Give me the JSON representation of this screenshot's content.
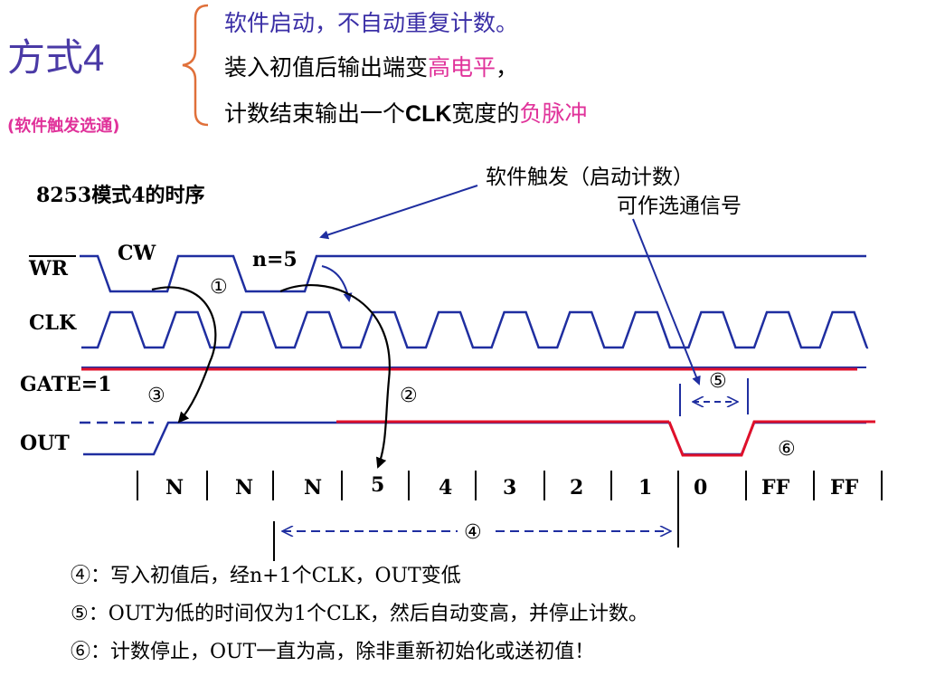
{
  "header": {
    "title_prefix": "方式",
    "title_num": "4",
    "subtitle": "(软件触发选通)",
    "desc_line1": "软件启动，不自动重复计数。",
    "desc_line2_a": "装入初值后输出端变",
    "desc_line2_b": "高电平",
    "desc_line2_c": "，",
    "desc_line3_a": "计数结束输出一个",
    "desc_line3_b": "CLK",
    "desc_line3_c": "宽度的",
    "desc_line3_d": "负脉冲"
  },
  "diagram": {
    "caption": "8253模式4的时序",
    "annotation_line1": "软件触发（启动计数）",
    "annotation_line2": "可作选通信号",
    "signals": {
      "wr": "WR",
      "clk": "CLK",
      "gate": "GATE=1",
      "out": "OUT"
    },
    "cw_label": "CW",
    "n_label": "n=5",
    "markers": {
      "m1": "①",
      "m2": "②",
      "m3": "③",
      "m4": "④",
      "m5": "⑤",
      "m6": "⑥"
    },
    "counts": [
      "N",
      "N",
      "N",
      "5",
      "4",
      "3",
      "2",
      "1",
      "0",
      "FF",
      "FF"
    ]
  },
  "notes": {
    "note1": "④：写入初值后，经n+1个CLK，OUT变低",
    "note2": "⑤：OUT为低的时间仅为1个CLK，然后自动变高，并停止计数。",
    "note3": "⑥：计数停止，OUT一直为高，除非重新初始化或送初值！"
  },
  "colors": {
    "title": "#4a3aa6",
    "pink": "#e0329a",
    "signal_blue": "#1f2ea0",
    "highlight_red": "#e0102a"
  }
}
